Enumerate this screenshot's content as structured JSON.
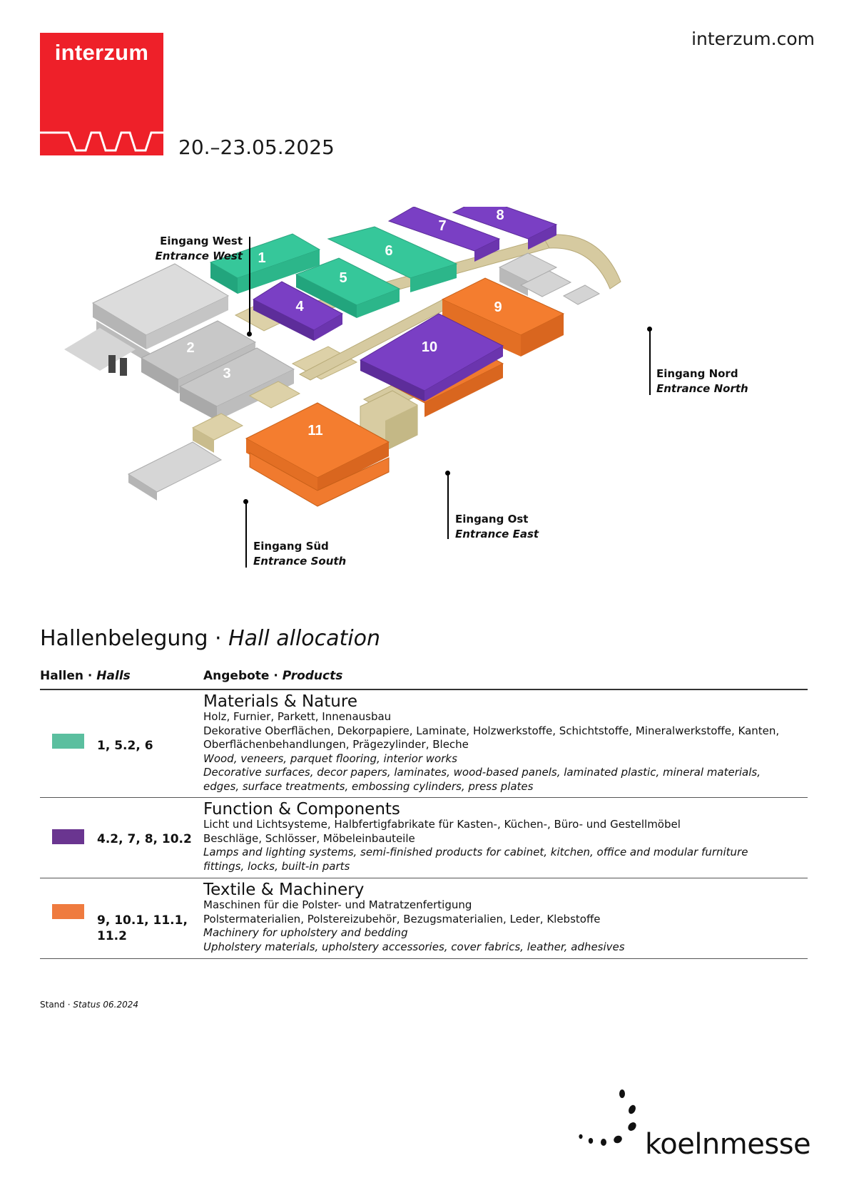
{
  "header": {
    "logo_text": "interzum",
    "website": "interzum.com",
    "dates": "20.–23.05.2025"
  },
  "map": {
    "halls": [
      "1",
      "2",
      "3",
      "4",
      "5",
      "6",
      "7",
      "8",
      "9",
      "10",
      "11"
    ],
    "entrances": {
      "west": {
        "de": "Eingang West",
        "en": "Entrance West"
      },
      "north": {
        "de": "Eingang Nord",
        "en": "Entrance North"
      },
      "east": {
        "de": "Eingang Ost",
        "en": "Entrance East"
      },
      "south": {
        "de": "Eingang Süd",
        "en": "Entrance South"
      }
    },
    "colors": {
      "green": "#3cc49c",
      "purple": "#7b3fc0",
      "orange": "#f07a2e",
      "grey": "#c9c9c9",
      "path": "#d8cca2"
    }
  },
  "allocation": {
    "title_de": "Hallenbelegung",
    "title_sep": " · ",
    "title_en": "Hall allocation",
    "col_halls_de": "Hallen",
    "col_halls_en": "Halls",
    "col_products_de": "Angebote",
    "col_products_en": "Products",
    "sep": " · ",
    "rows": [
      {
        "color": "#5bbf9f",
        "halls": "1, 5.2, 6",
        "category": "Materials & Nature",
        "lines_de": [
          "Holz, Furnier, Parkett, Innenausbau",
          "Dekorative Oberflächen, Dekorpapiere, Laminate, Holzwerkstoffe, Schichtstoffe, Mineralwerkstoffe, Kanten,",
          "Oberflächenbehandlungen, Prägezylinder, Bleche"
        ],
        "lines_en": [
          "Wood, veneers, parquet flooring, interior works",
          "Decorative surfaces, decor papers, laminates, wood-based panels, laminated plastic, mineral materials,",
          "edges, surface treatments, embossing cylinders, press plates"
        ]
      },
      {
        "color": "#6a3590",
        "halls": "4.2, 7, 8, 10.2",
        "category": "Function & Components",
        "lines_de": [
          "Licht und Lichtsysteme, Halbfertigfabrikate für Kasten-, Küchen-, Büro- und Gestellmöbel",
          "Beschläge, Schlösser, Möbeleinbauteile"
        ],
        "lines_en": [
          "Lamps and lighting systems, semi-finished products for cabinet, kitchen, office and modular furniture",
          "fittings, locks, built-in parts"
        ]
      },
      {
        "color": "#ef7b3f",
        "halls": "9, 10.1, 11.1, 11.2",
        "category": "Textile & Machinery",
        "lines_de": [
          "Maschinen für die Polster- und Matratzenfertigung",
          "Polstermaterialien, Polstereizubehör, Bezugsmaterialien, Leder, Klebstoffe"
        ],
        "lines_en": [
          "Machinery for upholstery and bedding",
          "Upholstery materials, upholstery accessories, cover fabrics, leather, adhesives"
        ]
      }
    ]
  },
  "footer": {
    "status_de": "Stand",
    "status_sep": " · ",
    "status_en": "Status 06.2024",
    "brand": "koelnmesse"
  }
}
